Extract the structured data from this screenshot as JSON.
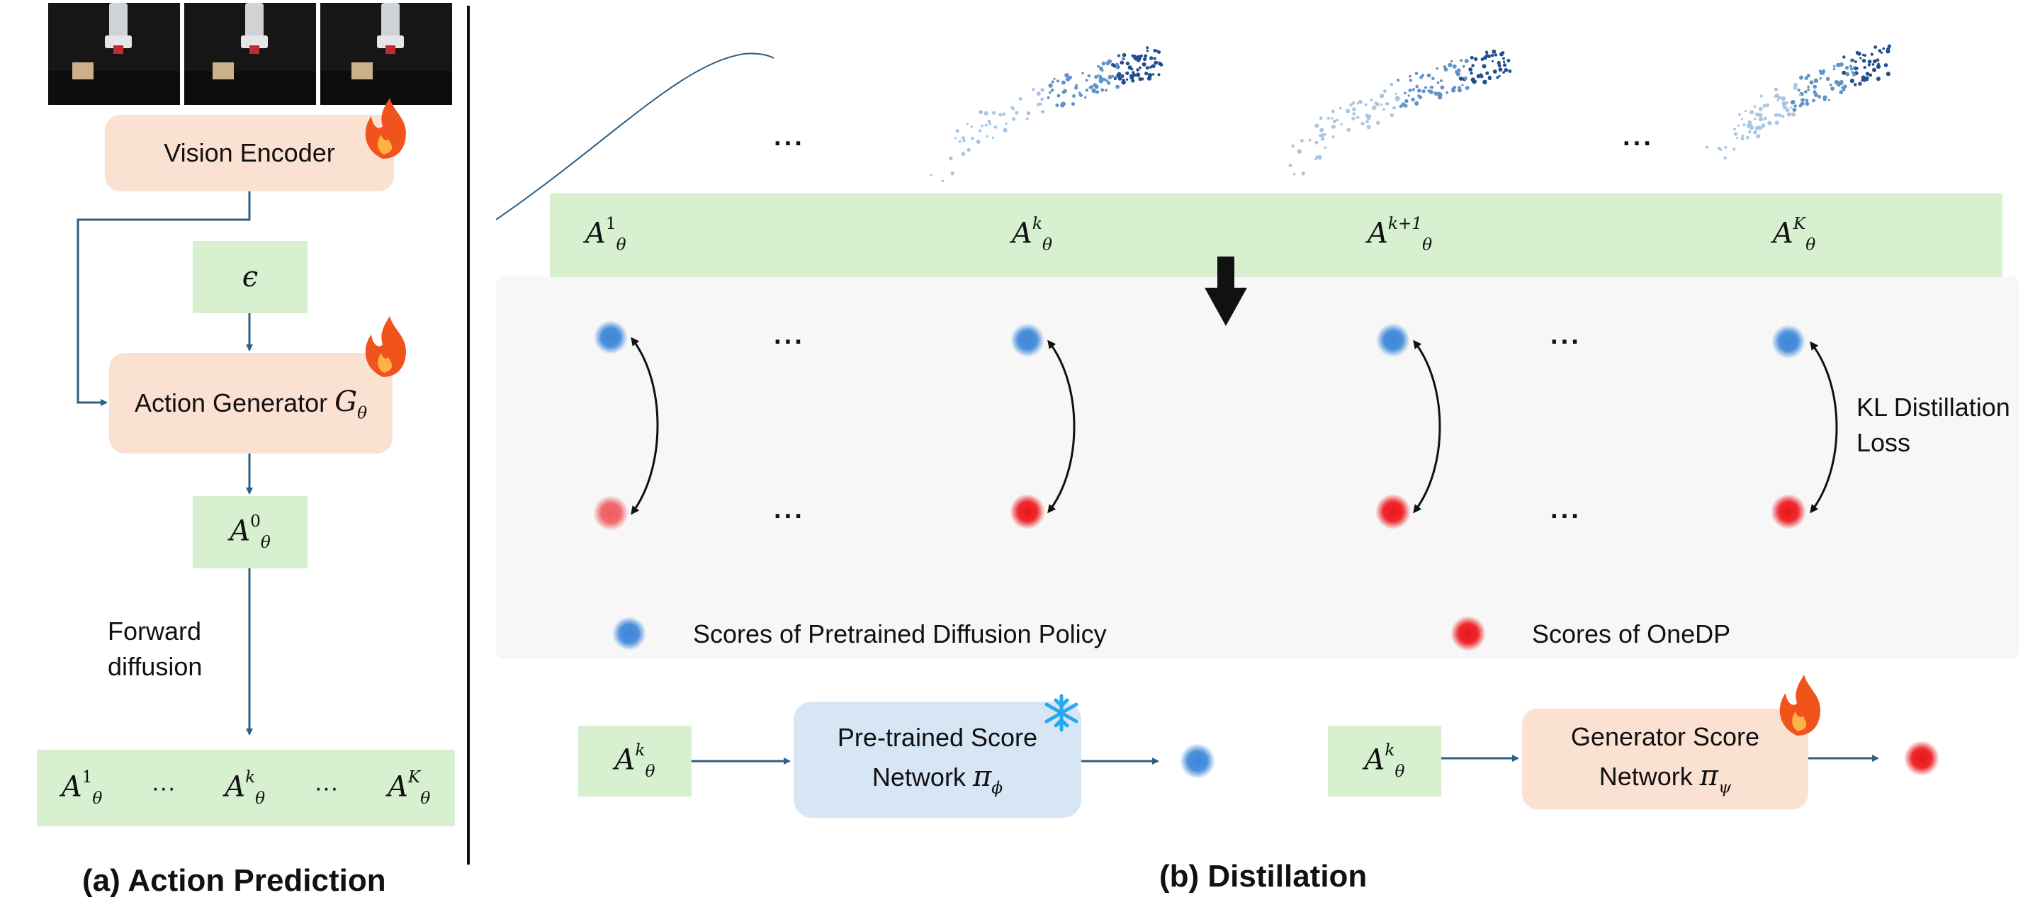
{
  "panel_a": {
    "vision_encoder": "Vision Encoder",
    "epsilon": "ϵ",
    "action_generator": "Action Generator",
    "action_generator_symbol": "G",
    "action_generator_sub": "θ",
    "output_symbol": "A",
    "output_sup": "0",
    "output_sub": "θ",
    "forward_diffusion": "Forward\ndiffusion",
    "sequence": [
      {
        "base": "A",
        "sup": "1",
        "sub": "θ"
      },
      {
        "base": "A",
        "sup": "k",
        "sub": "θ"
      },
      {
        "base": "A",
        "sup": "K",
        "sub": "θ"
      }
    ],
    "ellipsis": "···",
    "caption": "(a) Action Prediction"
  },
  "panel_b": {
    "band_labels": [
      {
        "base": "A",
        "sup": "1",
        "sub": "θ"
      },
      {
        "base": "A",
        "sup": "k",
        "sub": "θ"
      },
      {
        "base": "A",
        "sup": "k+1",
        "sub": "θ"
      },
      {
        "base": "A",
        "sup": "K",
        "sub": "θ"
      }
    ],
    "ellipsis": "···",
    "kl_label": "KL Distillation\nLoss",
    "legend": {
      "pretrained": "Scores of Pretrained Diffusion Policy",
      "onedp": "Scores of OneDP"
    },
    "frozen_input": {
      "base": "A",
      "sup": "k",
      "sub": "θ"
    },
    "frozen_network": "Pre-trained Score\nNetwork",
    "frozen_symbol": "π",
    "frozen_sub": "ϕ",
    "gen_input": {
      "base": "A",
      "sup": "k",
      "sub": "θ"
    },
    "gen_network": "Generator Score\nNetwork",
    "gen_symbol": "π",
    "gen_sub": "ψ",
    "caption": "(b) Distillation"
  },
  "colors": {
    "orange_box": "#fbe1d2",
    "green_box": "#d6f0d0",
    "blue_box": "#d7e6f5",
    "arrow": "#2c5f86",
    "blue_dot": "#3f86d6",
    "red_dot": "#e8151b",
    "flame": "#f0531c",
    "snowflake": "#27a8ec"
  }
}
